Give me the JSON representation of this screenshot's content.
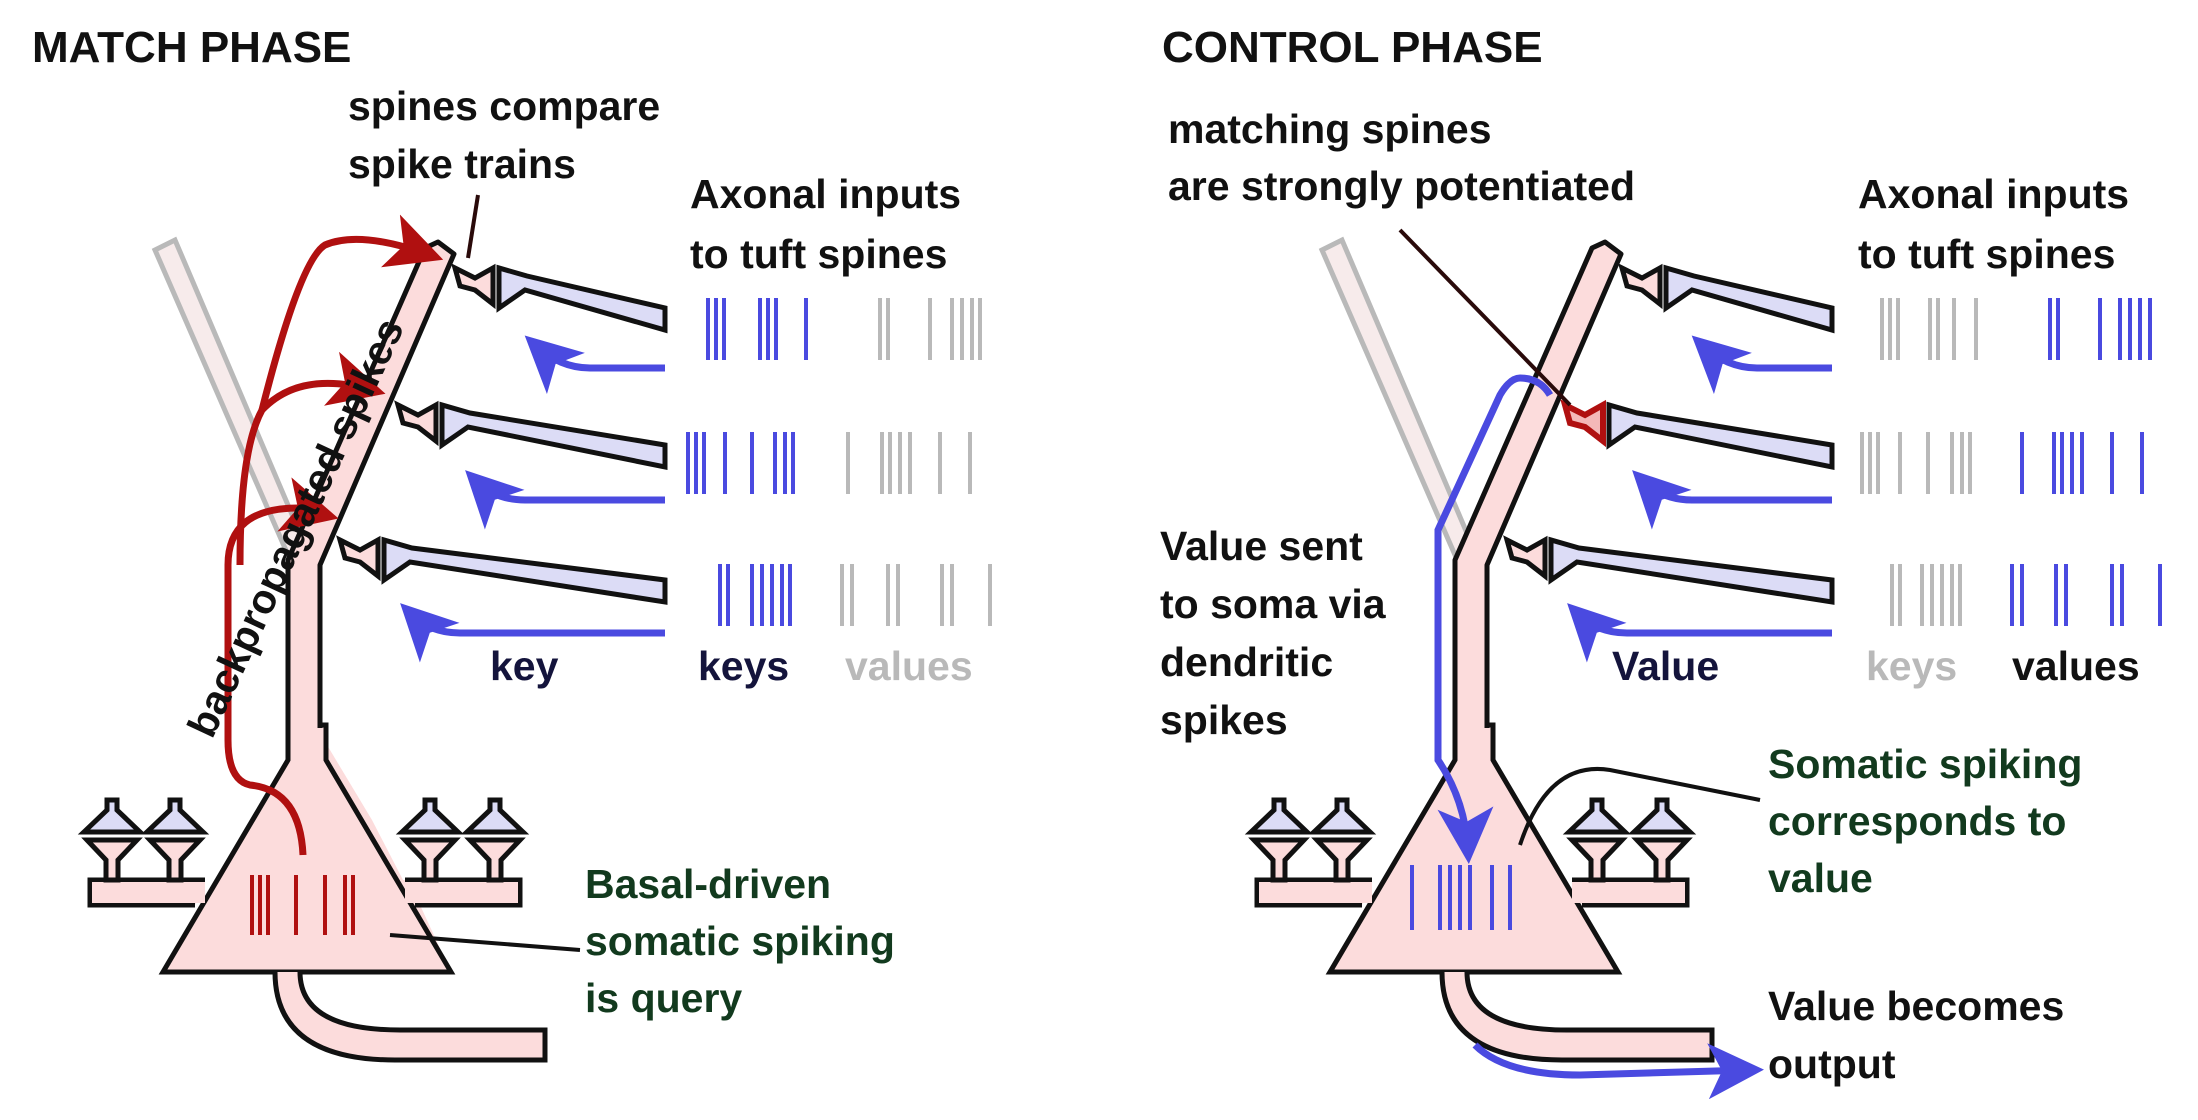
{
  "colors": {
    "neuron_fill": "#fcdcdc",
    "outline": "#111111",
    "axon_fill": "#dcdcf6",
    "blue": "#4a4ae0",
    "red": "#b01010",
    "gray": "#b9b9b9",
    "green_text": "#123a1e",
    "navy_text": "#14143c"
  },
  "match": {
    "title": "MATCH PHASE",
    "spines_compare": [
      "spines compare",
      "spike trains"
    ],
    "axonal": [
      "Axonal inputs",
      "to tuft spines"
    ],
    "backprop": "backpropagated spikes",
    "key": "key",
    "keys": "keys",
    "values": "values",
    "basal": [
      "Basal-driven",
      "somatic spiking",
      "is query"
    ]
  },
  "control": {
    "title": "CONTROL PHASE",
    "matching": [
      "matching spines",
      "are strongly potentiated"
    ],
    "axonal": [
      "Axonal inputs",
      "to tuft spines"
    ],
    "value_sent": [
      "Value sent",
      "to soma via",
      "dendritic",
      "spikes"
    ],
    "value": "Value",
    "keys": "keys",
    "values": "values",
    "somatic": [
      "Somatic spiking",
      "corresponds to",
      "value"
    ],
    "output": [
      "Value becomes",
      "output"
    ]
  },
  "icons": {
    "spine": "dendritic-spine-icon",
    "synapse": "axon-terminal-icon",
    "arrow": "arrow-icon"
  }
}
